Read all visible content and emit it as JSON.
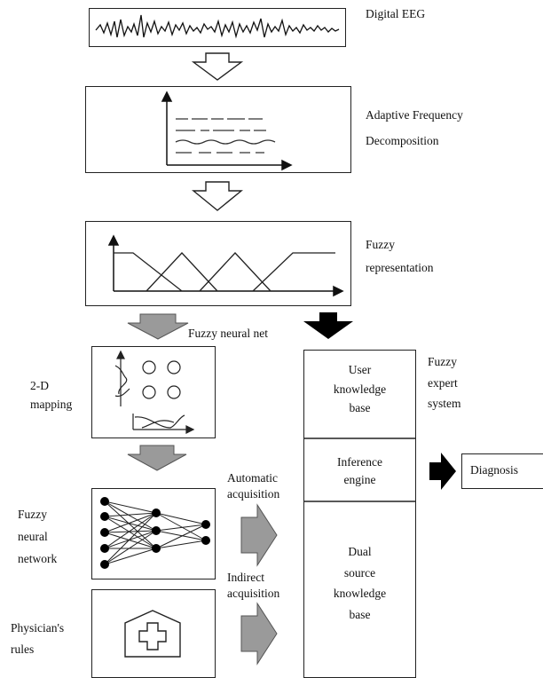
{
  "stage1": {
    "label": "Digital EEG"
  },
  "stage2": {
    "label_line1": "Adaptive Frequency",
    "label_line2": "Decomposition"
  },
  "stage3": {
    "label_line1": "Fuzzy",
    "label_line2": "representation"
  },
  "fuzzy_neural_net": {
    "label": "Fuzzy neural net"
  },
  "mapping": {
    "label_line1": "2-D",
    "label_line2": "mapping"
  },
  "network": {
    "label_line1": "Fuzzy",
    "label_line2": "neural",
    "label_line3": "network"
  },
  "physician": {
    "label_line1": "Physician's",
    "label_line2": "rules"
  },
  "automatic": {
    "line1": "Automatic",
    "line2": "acquisition"
  },
  "indirect": {
    "line1": "Indirect",
    "line2": "acquisition"
  },
  "expert": {
    "line1": "Fuzzy",
    "line2": "expert",
    "line3": "system"
  },
  "user_kb": {
    "line1": "User",
    "line2": "knowledge",
    "line3": "base"
  },
  "inference": {
    "line1": "Inference",
    "line2": "engine"
  },
  "dual_kb": {
    "line1": "Dual",
    "line2": "source",
    "line3": "knowledge",
    "line4": "base"
  },
  "diagnosis": {
    "label": "Diagnosis"
  },
  "colors": {
    "box_stroke": "#222222",
    "gray_arrow": "#9a9a9a",
    "black_arrow": "#000000"
  }
}
